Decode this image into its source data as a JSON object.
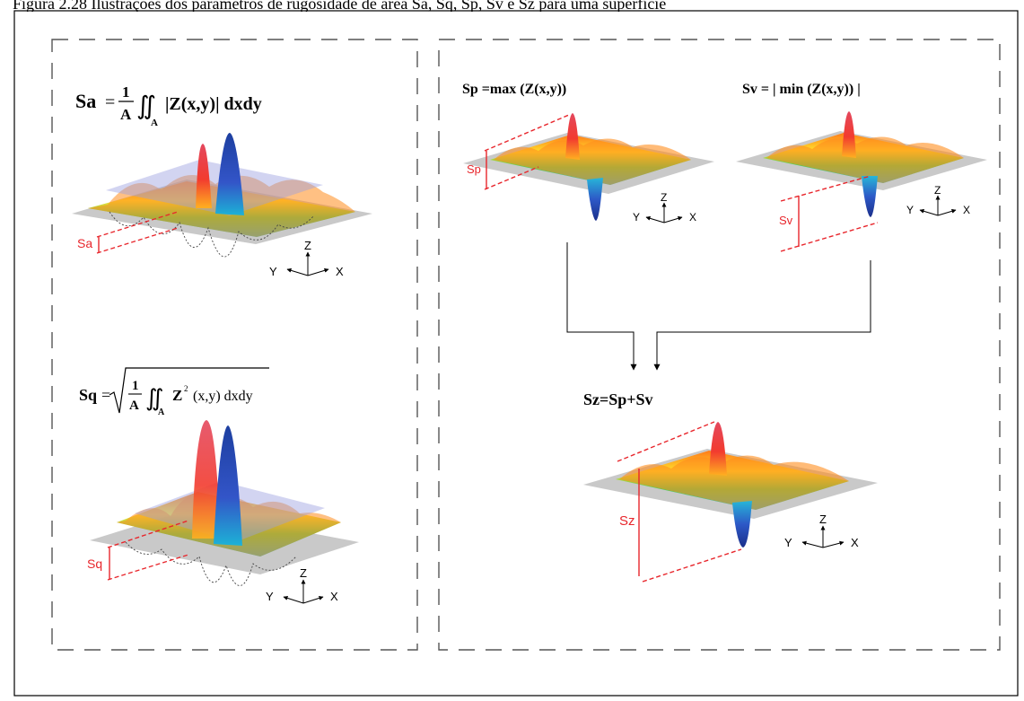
{
  "caption": "Figura 2.28 Ilustrações dos parâmetros de rugosidade de área Sa, Sq, Sp, Sv e Sz para uma superfície",
  "left_panel": {
    "sa": {
      "symbol": "Sa",
      "eq": "=",
      "frac_num": "1",
      "frac_den": "A",
      "integral": "∬",
      "integral_sub": "A",
      "body": "|Z(x,y)| dxdy",
      "marker": "Sa"
    },
    "sq": {
      "symbol": "Sq",
      "eq": "=",
      "frac_num": "1",
      "frac_den": "A",
      "integral": "∬",
      "integral_sub": "A",
      "body_before": "Z",
      "body_sup": "2",
      "body_after": "(x,y) dxdy",
      "marker": "Sq"
    }
  },
  "right_panel": {
    "sp": {
      "formula": "Sp =max (Z(x,y))",
      "marker": "Sp"
    },
    "sv": {
      "formula": "Sv = | min (Z(x,y)) |",
      "marker": "Sv"
    },
    "sz": {
      "formula": "Sz=Sp+Sv",
      "marker": "Sz"
    }
  },
  "axes": {
    "z": "Z",
    "y": "Y",
    "x": "X"
  },
  "colors": {
    "accent_red": "#e8262c",
    "plate_gray": "#c9c9c9",
    "mean_plane": "#9b9fe0",
    "border": "#000000",
    "dash": "#555555"
  }
}
